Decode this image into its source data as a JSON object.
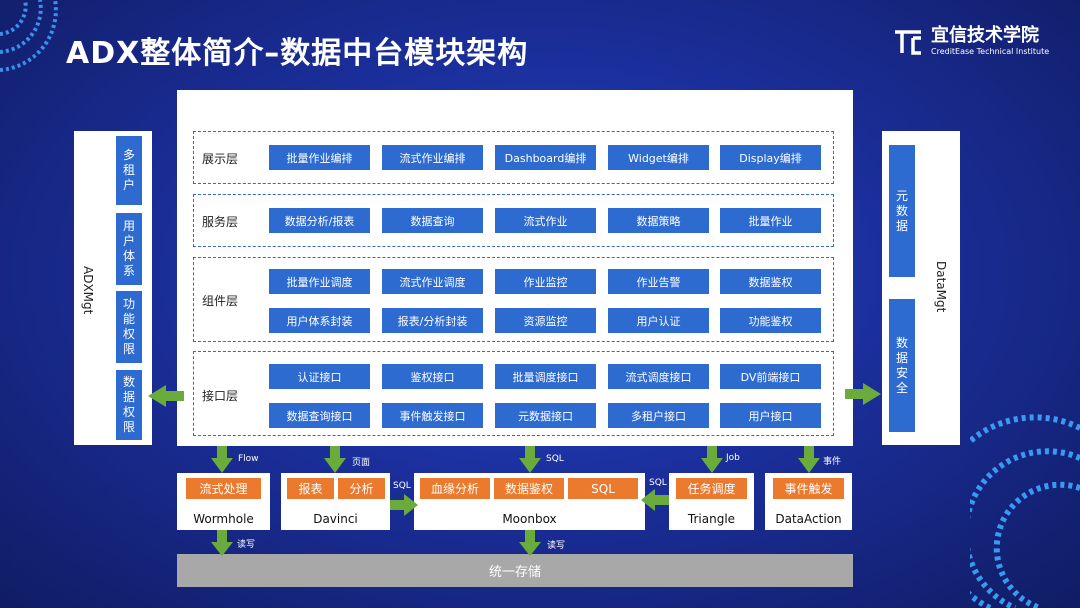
{
  "title": "ADX整体简介–数据中台模块架构",
  "logo": {
    "cn": "宜信技术学院",
    "en": "CreditEase Technical Institute"
  },
  "left_panel": {
    "label": "ADXMgt",
    "items": [
      "多租户",
      "用户体系",
      "功能权限",
      "数据权限"
    ]
  },
  "right_panel": {
    "label": "DataMgt",
    "items": [
      "元数据",
      "数据安全"
    ]
  },
  "layers": {
    "presentation": {
      "label": "展示层",
      "items": [
        "批量作业编排",
        "流式作业编排",
        "Dashboard编排",
        "Widget编排",
        "Display编排"
      ]
    },
    "service": {
      "label": "服务层",
      "items": [
        "数据分析/报表",
        "数据查询",
        "流式作业",
        "数据策略",
        "批量作业"
      ]
    },
    "component": {
      "label": "组件层",
      "items": [
        "批量作业调度",
        "流式作业调度",
        "作业监控",
        "作业告警",
        "数据鉴权",
        "用户体系封装",
        "报表/分析封装",
        "资源监控",
        "用户认证",
        "功能鉴权"
      ]
    },
    "interface": {
      "label": "接口层",
      "items": [
        "认证接口",
        "鉴权接口",
        "批量调度接口",
        "流式调度接口",
        "DV前端接口",
        "数据查询接口",
        "事件触发接口",
        "元数据接口",
        "多租户接口",
        "用户接口"
      ]
    }
  },
  "modules": {
    "wormhole": {
      "name": "Wormhole",
      "chips": [
        "流式处理"
      ]
    },
    "davinci": {
      "name": "Davinci",
      "chips": [
        "报表",
        "分析"
      ]
    },
    "moonbox": {
      "name": "Moonbox",
      "chips": [
        "血缘分析",
        "数据鉴权",
        "SQL"
      ]
    },
    "triangle": {
      "name": "Triangle",
      "chips": [
        "任务调度"
      ]
    },
    "dataaction": {
      "name": "DataAction",
      "chips": [
        "事件触发"
      ]
    }
  },
  "edge_labels": {
    "flow": "Flow",
    "page": "页面",
    "sql_top": "SQL",
    "job": "Job",
    "event": "事件",
    "sql_left": "SQL",
    "sql_right": "SQL",
    "rw_left": "读写",
    "rw_right": "读写"
  },
  "storage": "统一存储",
  "colors": {
    "background": "#1b2f9c",
    "chip_blue": "#2e6bd1",
    "chip_orange": "#ec7a2e",
    "arrow_green": "#6aab3b",
    "storage_gray": "#a8a8a8"
  }
}
